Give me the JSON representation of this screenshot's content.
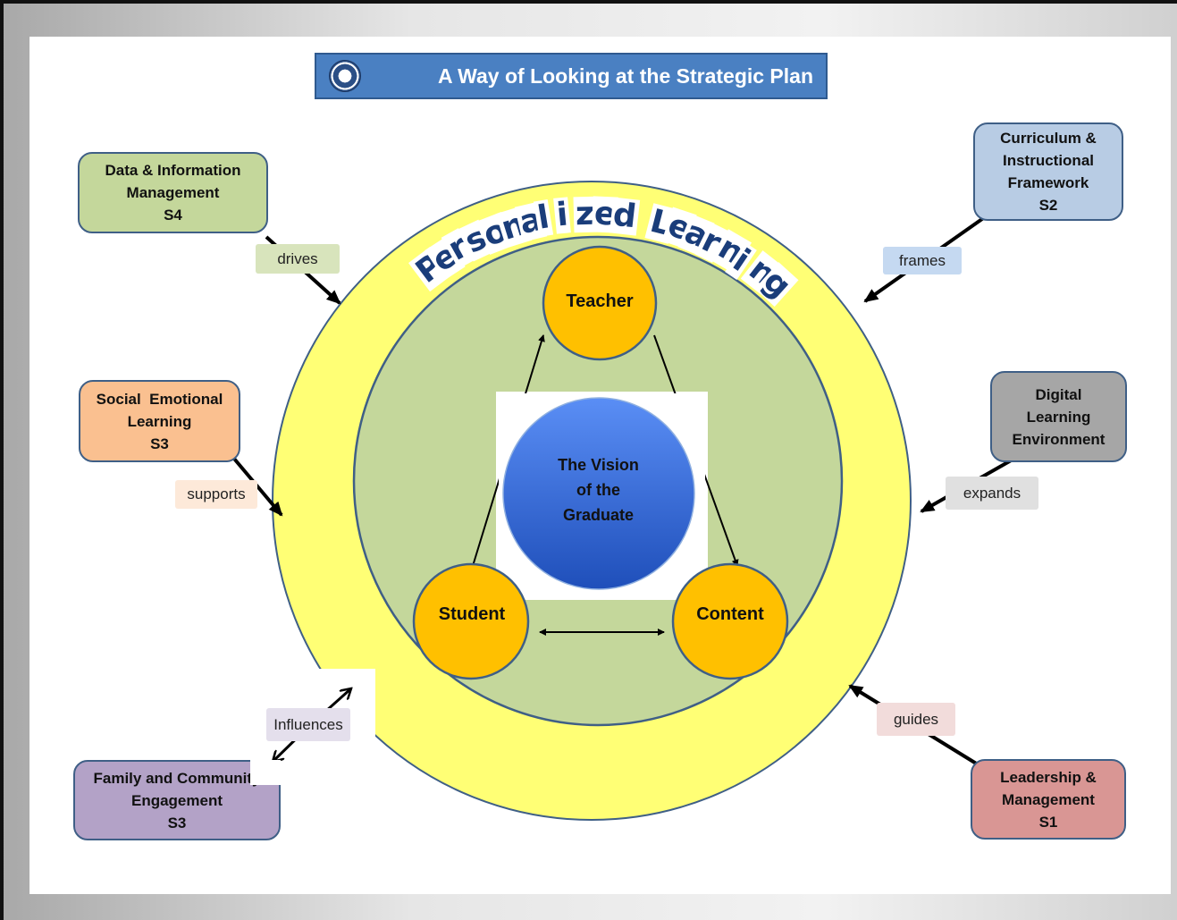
{
  "title": "A Way of Looking at the Strategic Plan",
  "ring_label": "Personalized Learning",
  "center": "The Vision of the Graduate",
  "center_lines": [
    "The Vision",
    "of the",
    "Graduate"
  ],
  "nodes": {
    "teacher": "Teacher",
    "student": "Student",
    "content": "Content"
  },
  "boxes": {
    "data": {
      "lines": [
        "Data & Information",
        "Management",
        "S4"
      ],
      "color": "#c4d79b"
    },
    "curriculum": {
      "lines": [
        "Curriculum &",
        "Instructional",
        "Framework",
        "S2"
      ],
      "color": "#b8cce4"
    },
    "social": {
      "lines": [
        "Social  Emotional",
        "Learning",
        "S3"
      ],
      "color": "#fac090"
    },
    "digital": {
      "lines": [
        "Digital",
        "Learning",
        "Environment"
      ],
      "color": "#a6a6a6"
    },
    "family": {
      "lines": [
        "Family and Community",
        "Engagement",
        "S3"
      ],
      "color": "#b3a2c7"
    },
    "leadership": {
      "lines": [
        "Leadership &",
        "Management",
        "S1"
      ],
      "color": "#d99694"
    }
  },
  "connectors": {
    "drives": {
      "text": "drives",
      "color": "#d8e4bc"
    },
    "frames": {
      "text": "frames",
      "color": "#c5d9f1"
    },
    "supports": {
      "text": "supports",
      "color": "#fde9d9"
    },
    "expands": {
      "text": "expands",
      "color": "#e0e0e0"
    },
    "influences": {
      "text": "Influences",
      "color": "#e4dfec"
    },
    "guides": {
      "text": "guides",
      "color": "#f2dcdb"
    }
  },
  "colors": {
    "outer_ring": "#ffff75",
    "inner_circle": "#c4d79b",
    "node_fill": "#ffc000",
    "center_top": "#5a8ef5",
    "center_bottom": "#1f4fba",
    "outline": "#3f5f86"
  }
}
